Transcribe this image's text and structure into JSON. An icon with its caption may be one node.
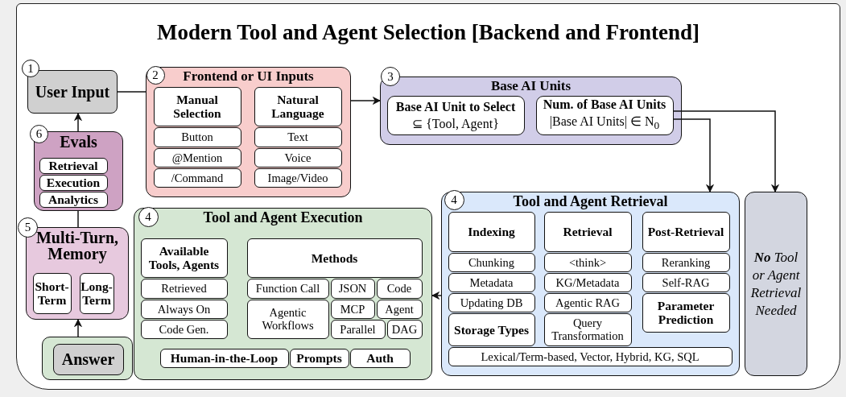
{
  "diagram": {
    "title": "Modern Tool and Agent Selection [Backend and Frontend]",
    "nodes": [
      {
        "text": [
          "1"
        ]
      },
      {
        "text": [
          "User Input"
        ]
      },
      {
        "text": [
          "2"
        ],
        "in": 3
      },
      {
        "text": [
          "Frontend or UI Inputs"
        ]
      },
      {
        "text": [
          "Manual Selection"
        ],
        "in": 3
      },
      {
        "text": [
          "Button"
        ],
        "in": 3
      },
      {
        "text": [
          "@Mention"
        ],
        "in": 3
      },
      {
        "text": [
          "/Command"
        ],
        "in": 3
      },
      {
        "text": [
          "Natural Language"
        ],
        "in": 3
      },
      {
        "text": [
          "Text"
        ],
        "in": 3
      },
      {
        "text": [
          "Voice"
        ],
        "in": 3
      },
      {
        "text": [
          "Image/Video"
        ],
        "in": 3
      },
      {
        "text": [
          "3"
        ]
      },
      {
        "text": [
          "Base AI Units"
        ]
      },
      {
        "text": [
          "Base AI Unit to Select",
          "⊆ {Tool, Agent}"
        ],
        "in": 13
      },
      {
        "text": [
          "Num. of Base AI Units",
          "|Base AI Units| ∈ N$_{0}$"
        ],
        "in": 13
      },
      {
        "text": [
          "6"
        ]
      },
      {
        "text": [
          "Evals"
        ]
      },
      {
        "text": [
          "Retrieval"
        ],
        "in": 17
      },
      {
        "text": [
          "Execution"
        ],
        "in": 17
      },
      {
        "text": [
          "Analytics"
        ],
        "in": 17
      },
      {
        "text": [
          "5"
        ]
      },
      {
        "text": [
          "Multi-Turn, Memory"
        ]
      },
      {
        "text": [
          "Short-Term"
        ],
        "in": 22
      },
      {
        "text": [
          "Long-Term"
        ],
        "in": 22
      },
      {
        "text": [],
        "shape": "box"
      },
      {
        "text": [
          "Answer"
        ],
        "in": 25
      },
      {
        "text": [
          "4"
        ],
        "in": 28
      },
      {
        "text": [
          "Tool and Agent Execution"
        ]
      },
      {
        "text": [
          "Available Tools, Agents"
        ],
        "in": 28
      },
      {
        "text": [
          "Retrieved"
        ],
        "in": 28
      },
      {
        "text": [
          "Always On"
        ],
        "in": 28
      },
      {
        "text": [
          "Code Gen."
        ],
        "in": 28
      },
      {
        "text": [
          "Methods"
        ],
        "in": 28
      },
      {
        "text": [
          "Function Call"
        ],
        "in": 28
      },
      {
        "text": [
          "JSON"
        ],
        "in": 28
      },
      {
        "text": [
          "Code"
        ],
        "in": 28
      },
      {
        "text": [
          "Agentic Workflows"
        ],
        "in": 28
      },
      {
        "text": [
          "MCP"
        ],
        "in": 28
      },
      {
        "text": [
          "Agent"
        ],
        "in": 28
      },
      {
        "text": [
          "Parallel"
        ],
        "in": 28
      },
      {
        "text": [
          "DAG"
        ],
        "in": 28
      },
      {
        "text": [
          "Human-in-the-Loop"
        ],
        "in": 28
      },
      {
        "text": [
          "Prompts"
        ],
        "in": 28
      },
      {
        "text": [
          "Auth"
        ],
        "in": 28
      },
      {
        "text": [
          "4"
        ],
        "in": 46
      },
      {
        "text": [
          "Tool and Agent Retrieval"
        ]
      },
      {
        "text": [
          "Indexing"
        ],
        "in": 46
      },
      {
        "text": [
          "Chunking"
        ],
        "in": 46
      },
      {
        "text": [
          "Metadata"
        ],
        "in": 46
      },
      {
        "text": [
          "Updating DB"
        ],
        "in": 46
      },
      {
        "text": [
          "Storage Types"
        ],
        "in": 46
      },
      {
        "text": [
          "Retrieval"
        ],
        "in": 46
      },
      {
        "text": [
          "<think>"
        ],
        "in": 46
      },
      {
        "text": [
          "KG/Metadata"
        ],
        "in": 46
      },
      {
        "text": [
          "Agentic RAG"
        ],
        "in": 46
      },
      {
        "text": [
          "Query Transformation"
        ],
        "in": 46
      },
      {
        "text": [
          "Post-Retrieval"
        ],
        "in": 46
      },
      {
        "text": [
          "Reranking"
        ],
        "in": 46
      },
      {
        "text": [
          "Self-RAG"
        ],
        "in": 46
      },
      {
        "text": [
          "Parameter Prediction"
        ],
        "in": 46
      },
      {
        "text": [
          "Lexical/Term-based, Vector, Hybrid, KG, SQL"
        ],
        "in": 46
      },
      {
        "text": [
          "**No** Tool or Agent Retrieval Needed"
        ]
      }
    ],
    "edges": [
      {
        "from": 1,
        "to": 3,
        "arrow": "none"
      },
      {
        "from": 3,
        "to": 13,
        "arrow": "to"
      },
      {
        "from": 15,
        "to": 46,
        "arrow": "to"
      },
      {
        "from": 15,
        "to": 62,
        "arrow": "to"
      },
      {
        "from": 46,
        "to": 28,
        "arrow": "to"
      },
      {
        "from": 17,
        "to": 1,
        "arrow": "to"
      },
      {
        "from": 17,
        "to": 22,
        "arrow": "none"
      },
      {
        "from": 25,
        "to": 22,
        "arrow": "to"
      }
    ]
  }
}
